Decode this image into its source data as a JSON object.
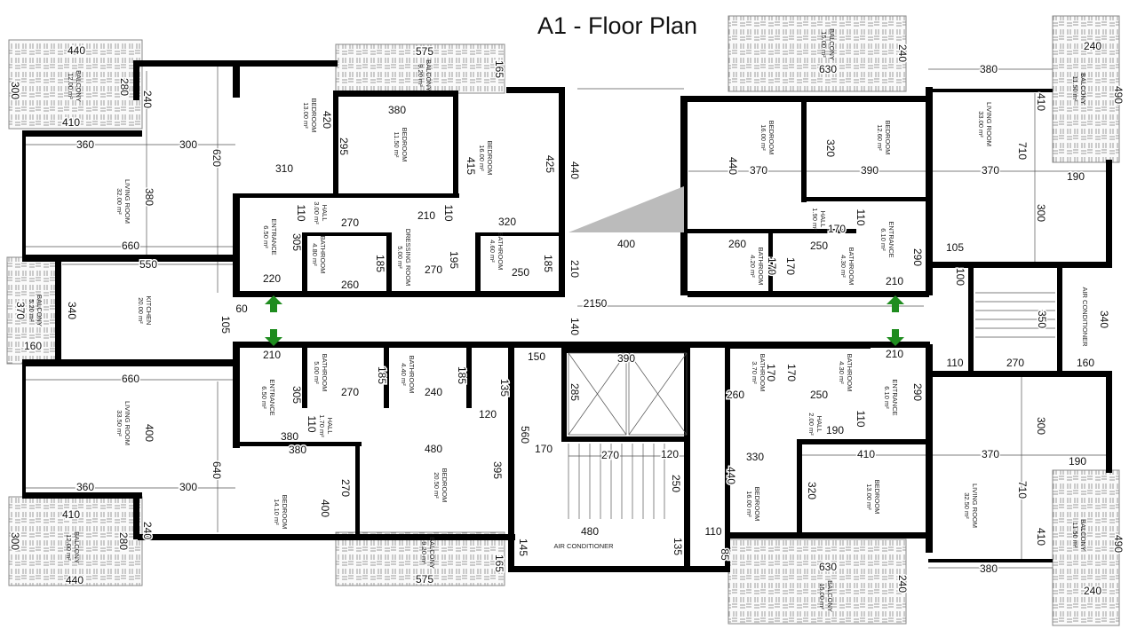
{
  "title": "A1 - Floor Plan",
  "colors": {
    "wall": "#000000",
    "arrow": "#1e8c1e",
    "balcony_hatch": "#9a9a9a"
  },
  "icons": [
    "entrance-arrow-up-icon",
    "entrance-arrow-down-icon"
  ],
  "rooms": [
    {
      "name": "BALCONY",
      "area": "12.00 m²"
    },
    {
      "name": "LIVING ROOM",
      "area": "32.00 m²"
    },
    {
      "name": "BEDROOM",
      "area": "13.00 m²"
    },
    {
      "name": "BEDROOM",
      "area": "11.50 m²"
    },
    {
      "name": "BALCONY",
      "area": "9.20 m²"
    },
    {
      "name": "BEDROOM",
      "area": "16.00 m²"
    },
    {
      "name": "HALL",
      "area": "3.00 m²"
    },
    {
      "name": "ENTRANCE",
      "area": "6.50 m²"
    },
    {
      "name": "BATHROOM",
      "area": "4.80 m²"
    },
    {
      "name": "DRESSING ROOM",
      "area": "5.00 m²"
    },
    {
      "name": "BATHROOM",
      "area": "4.60 m²"
    },
    {
      "name": "KITCHEN",
      "area": "20.00 m²"
    },
    {
      "name": "BALCONY",
      "area": "5.20 m²"
    },
    {
      "name": "BALCONY",
      "area": "15.00 m²"
    },
    {
      "name": "BEDROOM",
      "area": "16.00 m²"
    },
    {
      "name": "BEDROOM",
      "area": "12.60 m²"
    },
    {
      "name": "LIVING ROOM",
      "area": "33.00 m²"
    },
    {
      "name": "BALCONY",
      "area": "11.50 m²"
    },
    {
      "name": "HALL",
      "area": "1.90 m²"
    },
    {
      "name": "ENTRANCE",
      "area": "6.10 m²"
    },
    {
      "name": "BATHROOM",
      "area": "4.20 m²"
    },
    {
      "name": "BATHROOM",
      "area": "4.30 m²"
    },
    {
      "name": "AIR CONDITIONER",
      "area": ""
    },
    {
      "name": "BATHROOM",
      "area": "5.00 m²"
    },
    {
      "name": "BATHROOM",
      "area": "4.40 m²"
    },
    {
      "name": "ENTRANCE",
      "area": "6.50 m²"
    },
    {
      "name": "HALL",
      "area": "1.70 m²"
    },
    {
      "name": "LIVING ROOM",
      "area": "33.50 m²"
    },
    {
      "name": "BEDROOM",
      "area": "14.10 m²"
    },
    {
      "name": "BEDROOM",
      "area": "20.50 m²"
    },
    {
      "name": "BALCONY",
      "area": "12.00 m²"
    },
    {
      "name": "BALCONY",
      "area": "9.20 m²"
    },
    {
      "name": "AIR CONDITIONER",
      "area": ""
    },
    {
      "name": "BATHROOM",
      "area": "3.70 m²"
    },
    {
      "name": "BATHROOM",
      "area": "4.30 m²"
    },
    {
      "name": "ENTRANCE",
      "area": "6.10 m²"
    },
    {
      "name": "HALL",
      "area": "2.00 m²"
    },
    {
      "name": "BEDROOM",
      "area": "16.00 m²"
    },
    {
      "name": "BEDROOM",
      "area": "13.00 m²"
    },
    {
      "name": "LIVING ROOM",
      "area": "32.50 m²"
    },
    {
      "name": "BALCONY",
      "area": "15.00 m²"
    },
    {
      "name": "BALCONY",
      "area": "11.50 m²"
    }
  ],
  "dimensions": [
    "440",
    "300",
    "280",
    "240",
    "410",
    "360",
    "300",
    "620",
    "380",
    "660",
    "550",
    "340",
    "370",
    "160",
    "60",
    "105",
    "220",
    "420",
    "310",
    "295",
    "380",
    "575",
    "165",
    "415",
    "425",
    "110",
    "270",
    "210",
    "110",
    "320",
    "305",
    "185",
    "260",
    "270",
    "195",
    "250",
    "185",
    "440",
    "210",
    "400",
    "2150",
    "140",
    "240",
    "630",
    "380",
    "240",
    "490",
    "410",
    "710",
    "440",
    "370",
    "390",
    "370",
    "190",
    "320",
    "300",
    "110",
    "170",
    "260",
    "250",
    "170",
    "170",
    "290",
    "105",
    "100",
    "210",
    "350",
    "340",
    "110",
    "270",
    "160",
    "210",
    "660",
    "305",
    "270",
    "185",
    "240",
    "185",
    "135",
    "120",
    "110",
    "380",
    "380",
    "480",
    "400",
    "640",
    "360",
    "300",
    "270",
    "400",
    "395",
    "560",
    "150",
    "170",
    "410",
    "300",
    "280",
    "240",
    "440",
    "575",
    "165",
    "145",
    "390",
    "285",
    "270",
    "120",
    "250",
    "480",
    "135",
    "210",
    "170",
    "170",
    "260",
    "250",
    "110",
    "290",
    "190",
    "300",
    "410",
    "370",
    "190",
    "330",
    "440",
    "320",
    "710",
    "110",
    "85",
    "410",
    "490",
    "630",
    "240",
    "380",
    "240"
  ]
}
